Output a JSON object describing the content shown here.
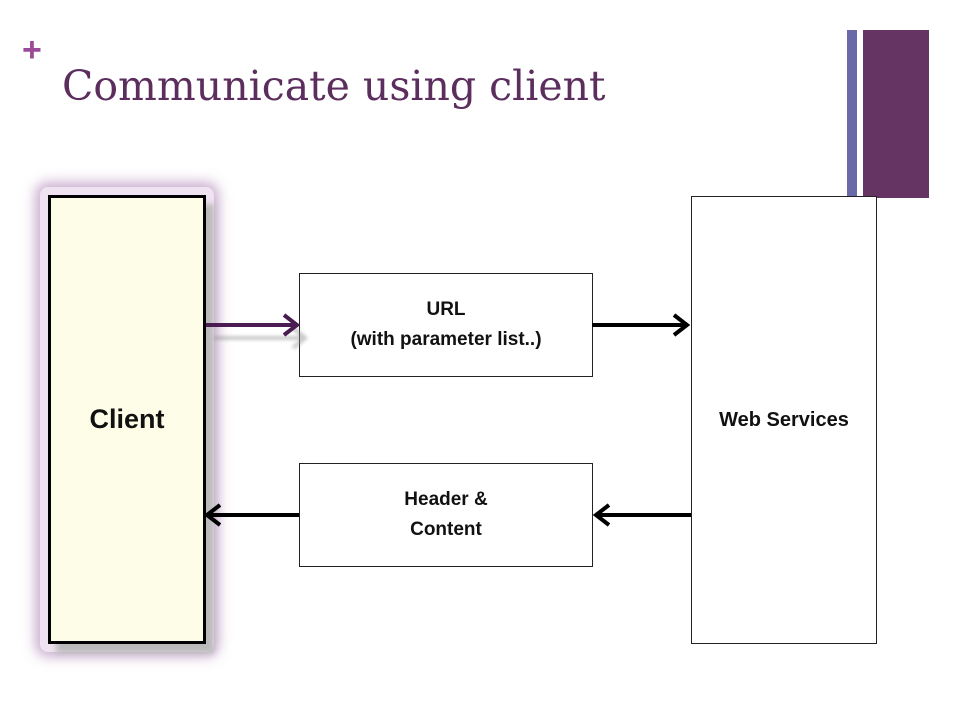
{
  "slide": {
    "plus_mark": "+",
    "title": "Communicate using client"
  },
  "diagram": {
    "client_label": "Client",
    "request_lines": [
      "URL",
      "(with parameter list..)"
    ],
    "response_lines": [
      "Header &",
      "Content"
    ],
    "server_label": "Web Services"
  },
  "colors": {
    "title": "#5c2e5e",
    "plus": "#9a4a96",
    "bar_thin": "#6a6aa8",
    "bar_wide": "#653463",
    "client_arrow": "#4a1c52",
    "arrow": "#000000"
  }
}
